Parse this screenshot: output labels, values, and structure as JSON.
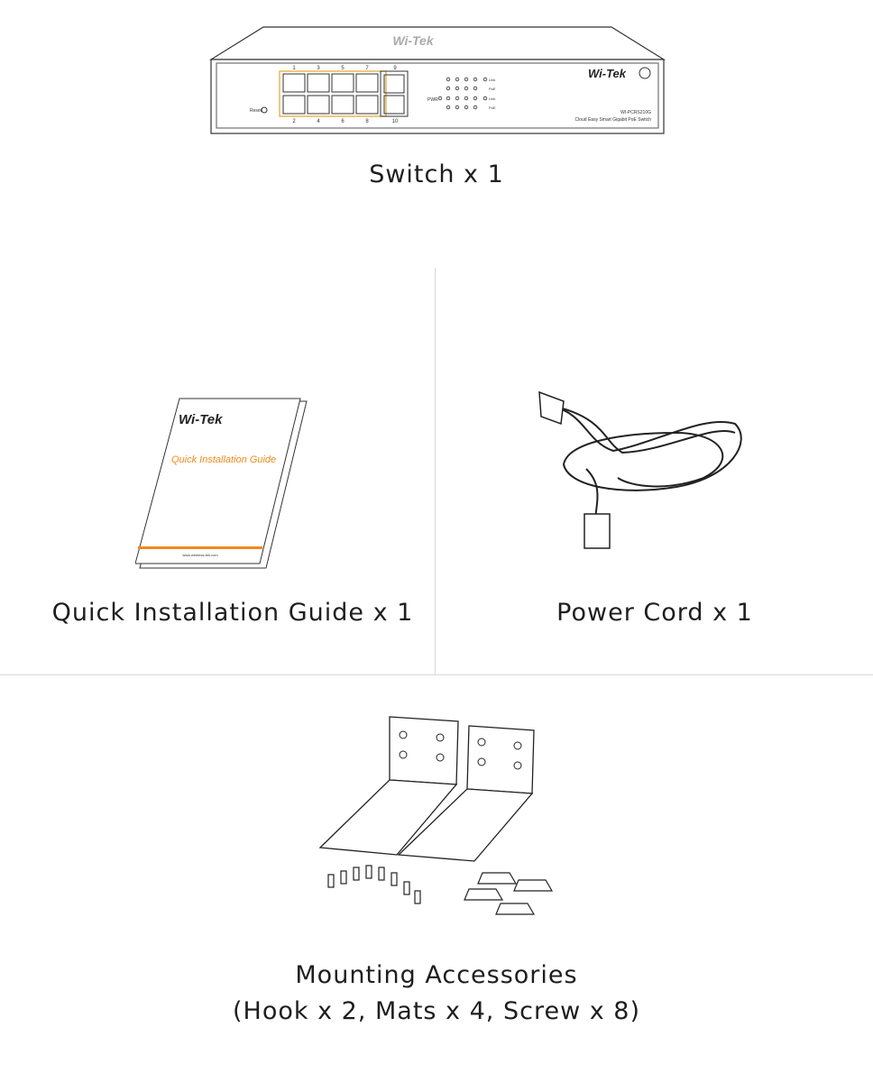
{
  "switch": {
    "label": "Switch x 1",
    "brand": "Wi-Tek",
    "model": "WI-PCRS210G",
    "description": "Cloud Easy Smart Gigabit PoE Switch",
    "reset_label": "Reset",
    "pwr_label": "PWR",
    "ports_top": [
      "1",
      "3",
      "5",
      "7",
      "9"
    ],
    "ports_bottom": [
      "2",
      "4",
      "6",
      "8",
      "10"
    ],
    "led_labels": [
      "Link",
      "PoE",
      "Link",
      "PoE"
    ]
  },
  "guide": {
    "label": "Quick Installation Guide x 1",
    "cover_brand": "Wi-Tek",
    "cover_title": "Quick Installation Guide",
    "cover_url": "www.wireless-tek.com"
  },
  "power_cord": {
    "label": "Power Cord x 1"
  },
  "accessories": {
    "label_line1": "Mounting Accessories",
    "label_line2": "(Hook x 2, Mats x 4, Screw x 8)"
  },
  "colors": {
    "accent": "#f08a1c",
    "line": "#333333",
    "divider": "#d8d8d8"
  }
}
